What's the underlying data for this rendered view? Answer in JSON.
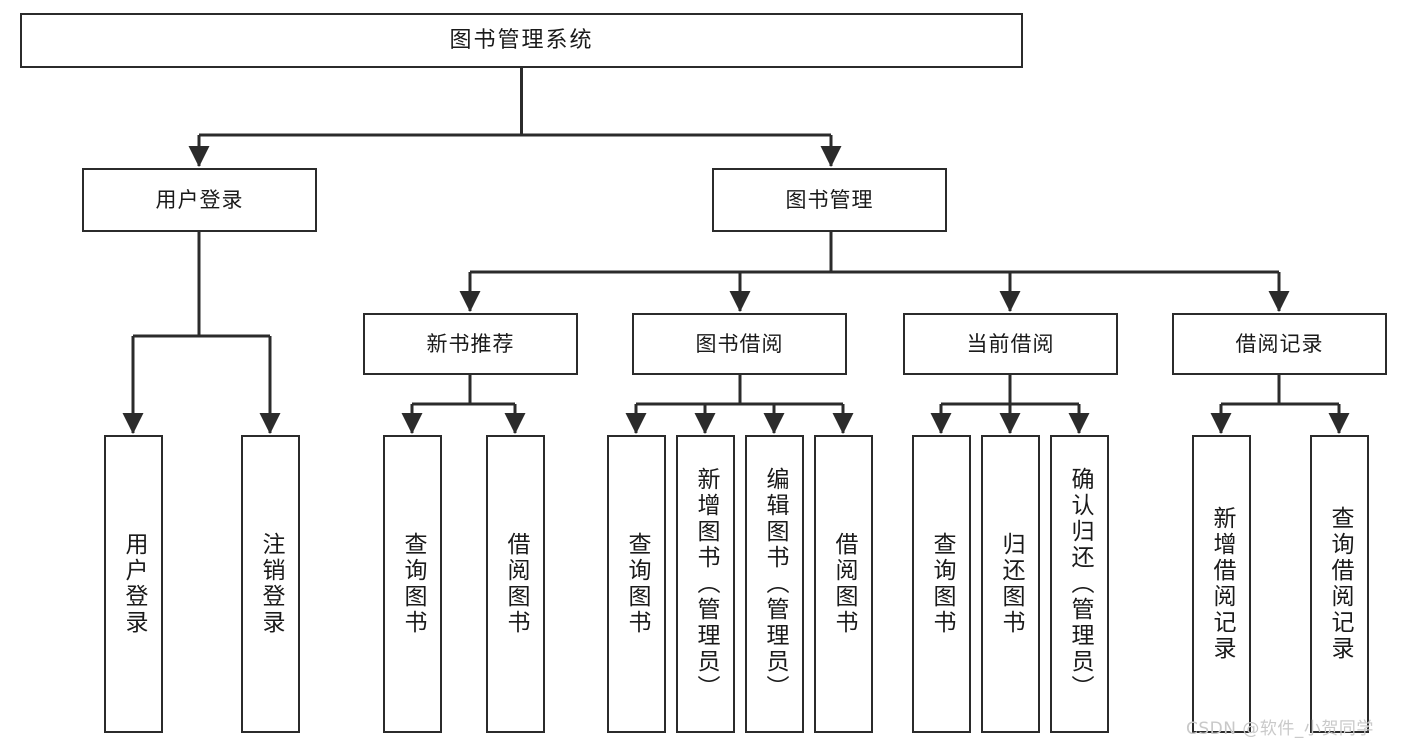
{
  "diagram": {
    "type": "tree-hierarchy-chart",
    "title": "图书管理系统",
    "stroke_color": "#2b2b2b",
    "background_color": "#ffffff",
    "text_color": "#1a1a1a"
  },
  "nodes": {
    "root": {
      "label": "图书管理系统",
      "level": 1
    },
    "l2": [
      {
        "id": "user-login",
        "label": "用户登录",
        "level": 2
      },
      {
        "id": "book-manage",
        "label": "图书管理",
        "level": 2
      }
    ],
    "l3": [
      {
        "id": "new-book-rec",
        "label": "新书推荐",
        "level": 3
      },
      {
        "id": "book-borrow",
        "label": "图书借阅",
        "level": 3
      },
      {
        "id": "current-borrow",
        "label": "当前借阅",
        "level": 3
      },
      {
        "id": "borrow-record",
        "label": "借阅记录",
        "level": 3
      }
    ],
    "leaves": [
      {
        "id": "leaf-user-login",
        "label": "用户登录",
        "parent": "user-login"
      },
      {
        "id": "leaf-logout",
        "label": "注销登录",
        "parent": "user-login"
      },
      {
        "id": "leaf-query-book-1",
        "label": "查询图书",
        "parent": "new-book-rec"
      },
      {
        "id": "leaf-borrow-book-1",
        "label": "借阅图书",
        "parent": "new-book-rec"
      },
      {
        "id": "leaf-query-book-2",
        "label": "查询图书",
        "parent": "book-borrow"
      },
      {
        "id": "leaf-add-book",
        "label": "新增图书（管理员）",
        "parent": "book-borrow"
      },
      {
        "id": "leaf-edit-book",
        "label": "编辑图书（管理员）",
        "parent": "book-borrow"
      },
      {
        "id": "leaf-borrow-book-2",
        "label": "借阅图书",
        "parent": "book-borrow"
      },
      {
        "id": "leaf-query-book-3",
        "label": "查询图书",
        "parent": "current-borrow"
      },
      {
        "id": "leaf-return-book",
        "label": "归还图书",
        "parent": "current-borrow"
      },
      {
        "id": "leaf-confirm-return",
        "label": "确认归还（管理员）",
        "parent": "current-borrow"
      },
      {
        "id": "leaf-add-record",
        "label": "新增借阅记录",
        "parent": "borrow-record"
      },
      {
        "id": "leaf-query-record",
        "label": "查询借阅记录",
        "parent": "borrow-record"
      }
    ]
  },
  "watermark": {
    "text": "CSDN @软件_小贺同学",
    "color": "#c9c9c9"
  }
}
